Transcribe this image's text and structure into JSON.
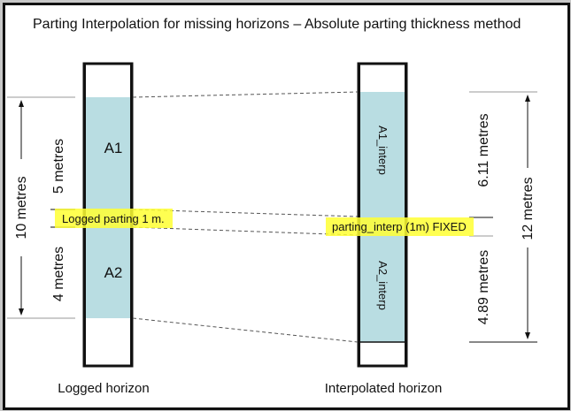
{
  "title": "Parting Interpolation for missing horizons – Absolute parting thickness method",
  "colors": {
    "seam_fill": "#b9dde2",
    "highlight": "#ffff33",
    "border": "#111111"
  },
  "logged": {
    "caption": "Logged horizon",
    "seam_upper_label": "A1",
    "seam_lower_label": "A2",
    "parting_label": "Logged parting 1 m.",
    "upper_thickness_label": "5 metres",
    "lower_thickness_label": "4 metres",
    "total_thickness_label": "10 metres",
    "upper_thickness_m": 5,
    "parting_thickness_m": 1,
    "lower_thickness_m": 4,
    "total_thickness_m": 10
  },
  "interpolated": {
    "caption": "Interpolated horizon",
    "seam_upper_label": "A1_interp",
    "seam_lower_label": "A2_interp",
    "parting_label": "parting_interp (1m) FIXED",
    "upper_thickness_label": "6.11 metres",
    "lower_thickness_label": "4.89 metres",
    "total_thickness_label": "12 metres",
    "upper_thickness_m": 6.11,
    "parting_thickness_m": 1,
    "lower_thickness_m": 4.89,
    "total_thickness_m": 12
  }
}
